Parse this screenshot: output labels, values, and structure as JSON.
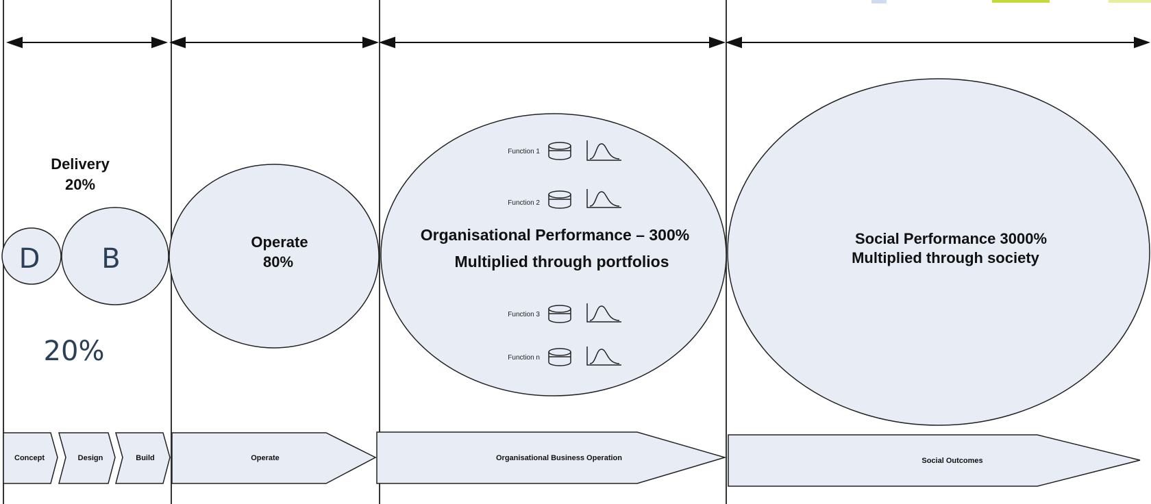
{
  "phases": {
    "delivery_title": "Delivery",
    "delivery_percent": "20%",
    "delivery_percent_large": "20%",
    "d_letter": "D",
    "b_letter": "B",
    "operate_title": "Operate",
    "operate_percent": "80%",
    "org_line1": "Organisational Performance – 300%",
    "org_line2": "Multiplied through portfolios",
    "social_line1": "Social  Performance 3000%",
    "social_line2": "Multiplied through society"
  },
  "functions": [
    "Function 1",
    "Function 2",
    "Function 3",
    "Function n"
  ],
  "process": {
    "concept": "Concept",
    "design": "Design",
    "build": "Build",
    "operate": "Operate",
    "org_ops": "Organisational Business Operation",
    "social": "Social Outcomes"
  },
  "colors": {
    "shape_fill": "#e8ecf5",
    "stroke": "#222222",
    "text_dark": "#111111",
    "text_slate": "#2b3f57",
    "accent_green": "#c6d93a",
    "accent_blue": "#cddcf0"
  }
}
